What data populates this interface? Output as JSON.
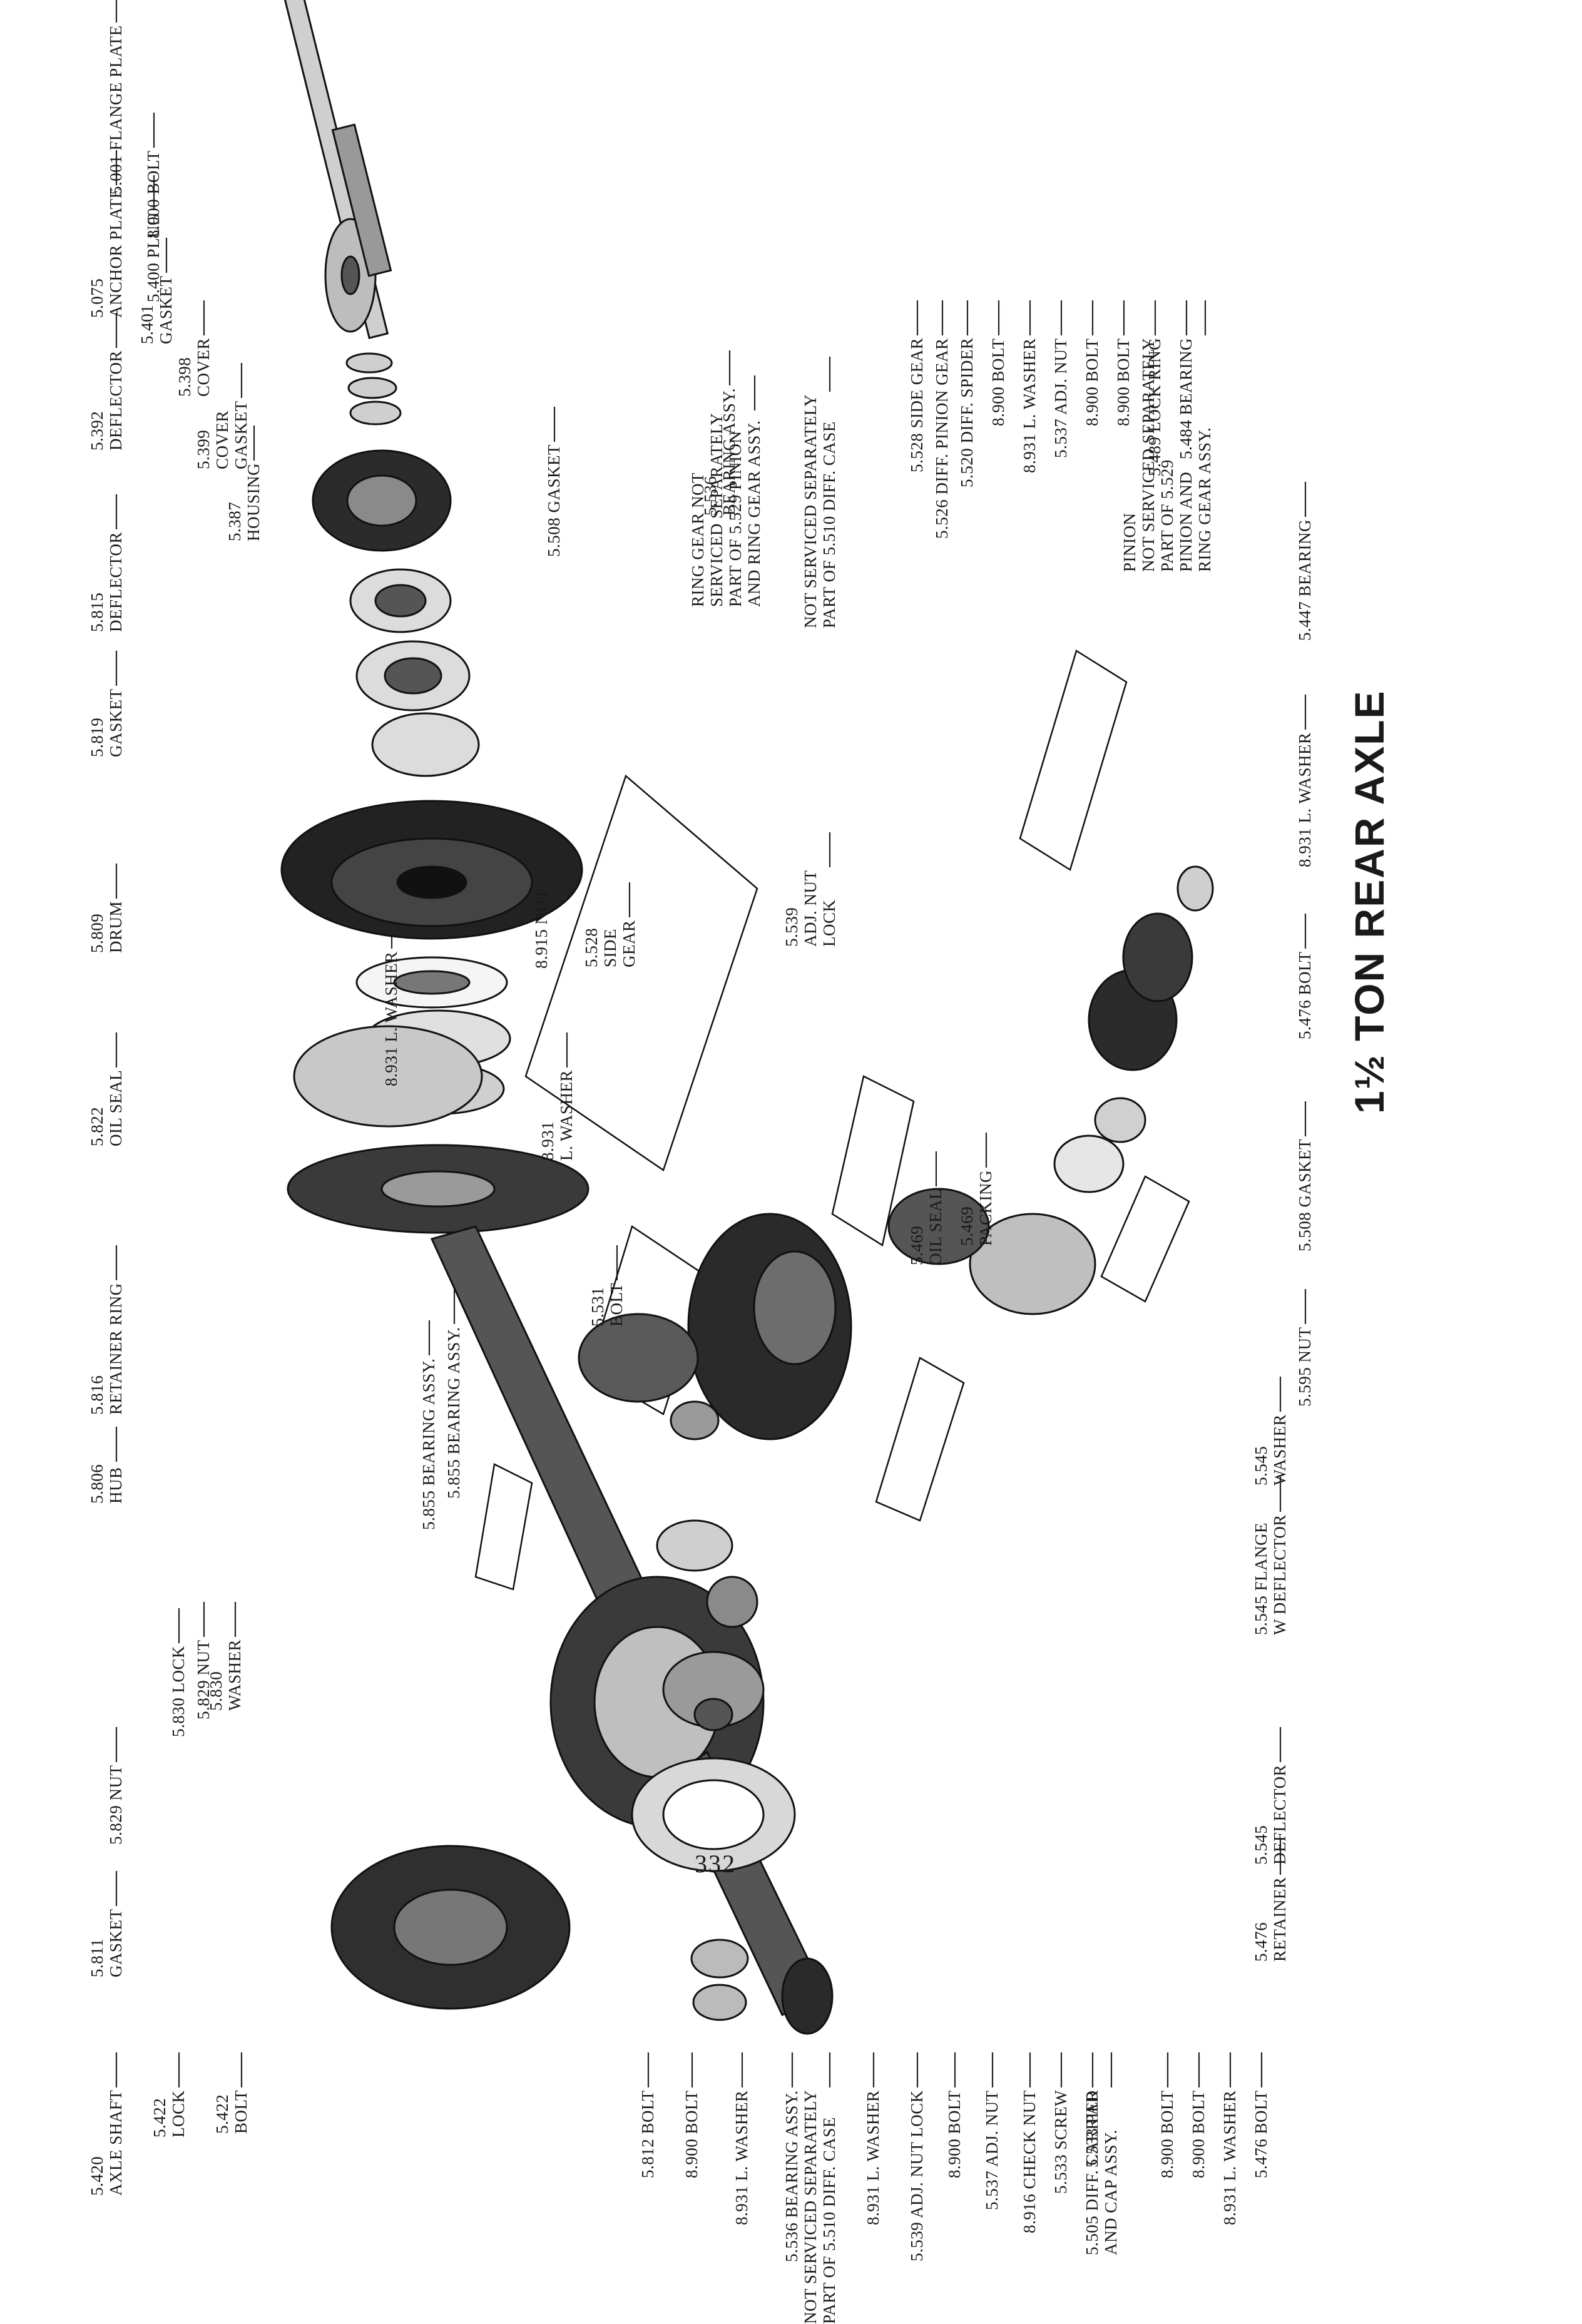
{
  "page_title": "1½ TON REAR AXLE",
  "page_number": "332",
  "callouts_left_top": [
    {
      "id": "c1",
      "lines": [
        "5.001 FLANGE PLATE"
      ]
    },
    {
      "id": "c2",
      "lines": [
        "5.075",
        "ANCHOR PLATE"
      ]
    },
    {
      "id": "c3",
      "lines": [
        "5.392",
        "DEFLECTOR"
      ]
    },
    {
      "id": "c4",
      "lines": [
        "5.815",
        "DEFLECTOR"
      ]
    },
    {
      "id": "c5",
      "lines": [
        "5.819",
        "GASKET"
      ]
    },
    {
      "id": "c6",
      "lines": [
        "5.809",
        "DRUM"
      ]
    },
    {
      "id": "c7",
      "lines": [
        "5.822",
        "OIL SEAL"
      ]
    },
    {
      "id": "c8",
      "lines": [
        "5.816",
        "RETAINER RING"
      ]
    },
    {
      "id": "c9",
      "lines": [
        "5.806",
        "HUB"
      ]
    },
    {
      "id": "c10",
      "lines": [
        "5.830 LOCK"
      ]
    },
    {
      "id": "c11",
      "lines": [
        "5.829 NUT"
      ]
    },
    {
      "id": "c12",
      "lines": [
        "5.811",
        "GASKET"
      ]
    },
    {
      "id": "c13",
      "lines": [
        "5.420",
        "AXLE SHAFT"
      ]
    },
    {
      "id": "c14",
      "lines": [
        "5.422",
        "LOCK"
      ]
    },
    {
      "id": "c15",
      "lines": [
        "5.422",
        "BOLT"
      ]
    }
  ],
  "callouts_inner": [
    {
      "id": "c16",
      "lines": [
        "5.829 NUT"
      ]
    },
    {
      "id": "c17",
      "lines": [
        "5.830",
        "WASHER"
      ]
    },
    {
      "id": "c18",
      "lines": [
        "5.855 BEARING ASSY."
      ]
    },
    {
      "id": "c19",
      "lines": [
        "5.855 BEARING ASSY."
      ]
    },
    {
      "id": "c20",
      "lines": [
        "8.931 L. WASHER"
      ]
    },
    {
      "id": "c21",
      "lines": [
        "8.915 NUT"
      ]
    },
    {
      "id": "c22",
      "lines": [
        "8.931",
        "L. WASHER"
      ]
    },
    {
      "id": "c23",
      "lines": [
        "5.531",
        "BOLT"
      ]
    },
    {
      "id": "c24",
      "lines": [
        "5.528",
        "SIDE",
        "GEAR"
      ]
    },
    {
      "id": "c25",
      "lines": [
        "5.539",
        "ADJ. NUT",
        "LOCK"
      ]
    },
    {
      "id": "c26",
      "lines": [
        "5.469",
        "OIL SEAL"
      ]
    },
    {
      "id": "c27",
      "lines": [
        "5.469",
        "PACKING"
      ]
    }
  ],
  "callouts_right_top": [
    {
      "id": "c28",
      "lines": [
        "5.812 BOLT"
      ]
    },
    {
      "id": "c29",
      "lines": [
        "8.900 BOLT"
      ]
    },
    {
      "id": "c30",
      "lines": [
        "8.931 L. WASHER"
      ]
    },
    {
      "id": "c31",
      "lines": [
        "5.536 BEARING ASSY."
      ]
    },
    {
      "id": "c32",
      "lines": [
        "NOT SERVICED SEPARATELY",
        "PART OF 5.510 DIFF. CASE"
      ]
    },
    {
      "id": "c33",
      "lines": [
        "8.931 L. WASHER"
      ]
    },
    {
      "id": "c34",
      "lines": [
        "5.539 ADJ. NUT LOCK"
      ]
    },
    {
      "id": "c35",
      "lines": [
        "8.900 BOLT"
      ]
    },
    {
      "id": "c36",
      "lines": [
        "5.537 ADJ. NUT"
      ]
    },
    {
      "id": "c37",
      "lines": [
        "8.916 CHECK NUT"
      ]
    },
    {
      "id": "c38",
      "lines": [
        "5.533 SCREW"
      ]
    },
    {
      "id": "c39",
      "lines": [
        "5.533 PAD"
      ]
    },
    {
      "id": "c40",
      "lines": [
        "5.505 DIFF. CARRIER",
        "AND CAP ASSY."
      ]
    },
    {
      "id": "c41",
      "lines": [
        "8.900 BOLT"
      ]
    },
    {
      "id": "c42",
      "lines": [
        "8.900 BOLT"
      ]
    },
    {
      "id": "c43",
      "lines": [
        "8.931 L. WASHER"
      ]
    },
    {
      "id": "c44",
      "lines": [
        "5.476 BOLT"
      ]
    },
    {
      "id": "c45",
      "lines": [
        "5.476",
        "RETAINER"
      ]
    },
    {
      "id": "c46",
      "lines": [
        "5.545",
        "DEFLECTOR"
      ]
    },
    {
      "id": "c47",
      "lines": [
        "5.545 FLANGE",
        "W DEFLECTOR"
      ]
    },
    {
      "id": "c48",
      "lines": [
        "5.545",
        "WASHER"
      ]
    }
  ],
  "callouts_right_bottom": [
    {
      "id": "c49",
      "lines": [
        "5.595 NUT"
      ]
    },
    {
      "id": "c50",
      "lines": [
        "5.508 GASKET"
      ]
    },
    {
      "id": "c51",
      "lines": [
        "5.476 BOLT"
      ]
    },
    {
      "id": "c52",
      "lines": [
        "8.931 L. WASHER"
      ]
    },
    {
      "id": "c53",
      "lines": [
        "5.447 BEARING"
      ]
    }
  ],
  "callouts_bottom": [
    {
      "id": "c54",
      "lines": [
        "8.900 BOLT"
      ]
    },
    {
      "id": "c55",
      "lines": [
        "5.400 PLUG"
      ]
    },
    {
      "id": "c56",
      "lines": [
        "5.401",
        "GASKET"
      ]
    },
    {
      "id": "c57",
      "lines": [
        "5.398",
        "COVER"
      ]
    },
    {
      "id": "c58",
      "lines": [
        "5.399",
        "COVER",
        "GASKET"
      ]
    },
    {
      "id": "c59",
      "lines": [
        "5.387",
        "HOUSING"
      ]
    },
    {
      "id": "c60",
      "lines": [
        "5.508 GASKET"
      ]
    },
    {
      "id": "c61",
      "lines": [
        "5.536",
        "BEARING ASSY."
      ]
    },
    {
      "id": "c62",
      "lines": [
        "RING GEAR NOT",
        "SERVICED SEPARATELY",
        "PART OF 5.529 PINION",
        "AND RING GEAR ASSY."
      ]
    },
    {
      "id": "c63",
      "lines": [
        "NOT SERVICED SEPARATELY",
        "PART OF 5.510 DIFF. CASE"
      ]
    },
    {
      "id": "c64",
      "lines": [
        "5.528 SIDE GEAR"
      ]
    },
    {
      "id": "c65",
      "lines": [
        "5.526 DIFF. PINION GEAR"
      ]
    },
    {
      "id": "c66",
      "lines": [
        "5.520 DIFF. SPIDER"
      ]
    },
    {
      "id": "c67",
      "lines": [
        "8.900 BOLT"
      ]
    },
    {
      "id": "c68",
      "lines": [
        "8.931 L. WASHER"
      ]
    },
    {
      "id": "c69",
      "lines": [
        "5.537 ADJ. NUT"
      ]
    },
    {
      "id": "c70",
      "lines": [
        "8.900 BOLT"
      ]
    },
    {
      "id": "c71",
      "lines": [
        "8.900 BOLT"
      ]
    },
    {
      "id": "c72",
      "lines": [
        "5.489 LOCK RING"
      ]
    },
    {
      "id": "c73",
      "lines": [
        "5.484 BEARING"
      ]
    },
    {
      "id": "c74",
      "lines": [
        "PINION",
        "NOT SERVICED SEPARATELY",
        "PART OF 5.529",
        "PINION AND",
        "RING GEAR ASSY."
      ]
    }
  ]
}
